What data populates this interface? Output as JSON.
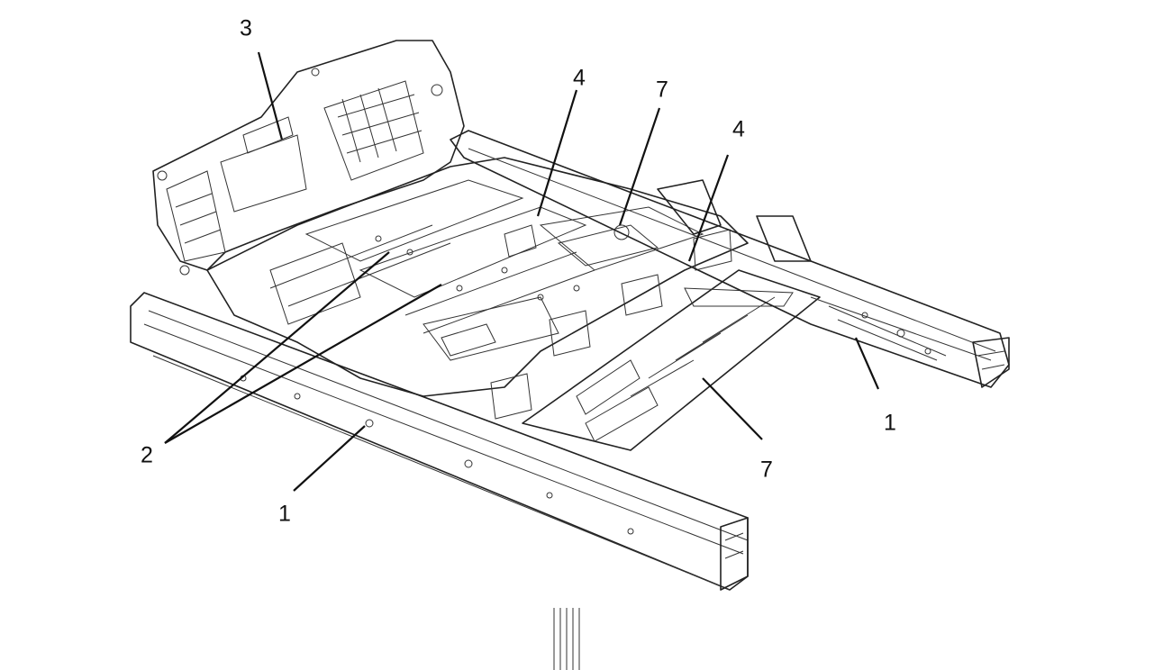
{
  "figure": {
    "callouts": [
      {
        "id": "c1a",
        "label": "1"
      },
      {
        "id": "c1b",
        "label": "1"
      },
      {
        "id": "c2",
        "label": "2"
      },
      {
        "id": "c3",
        "label": "3"
      },
      {
        "id": "c4a",
        "label": "4"
      },
      {
        "id": "c4b",
        "label": "4"
      },
      {
        "id": "c7a",
        "label": "7"
      },
      {
        "id": "c7b",
        "label": "7"
      }
    ]
  },
  "colors": {
    "background": "#ffffff",
    "line": "#222222"
  }
}
